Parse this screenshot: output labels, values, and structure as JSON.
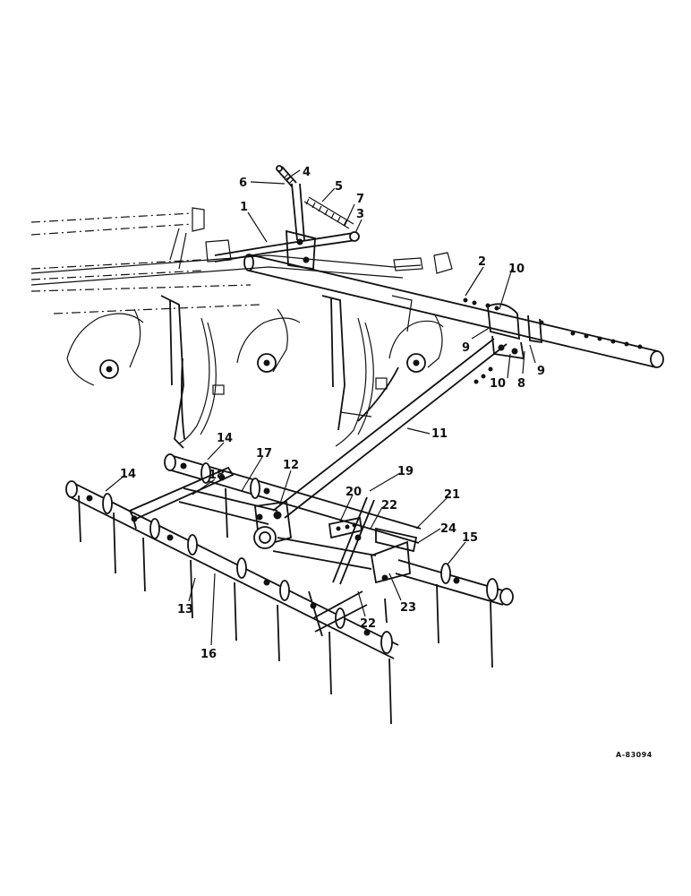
{
  "callouts": [
    "1",
    "2",
    "3",
    "4",
    "5",
    "6",
    "7",
    "8",
    "9",
    "9",
    "10",
    "10",
    "11",
    "12",
    "13",
    "14",
    "14",
    "15",
    "16",
    "17",
    "18",
    "19",
    "20",
    "21",
    "22",
    "22",
    "23",
    "24"
  ],
  "drawing_id": "A-83094"
}
